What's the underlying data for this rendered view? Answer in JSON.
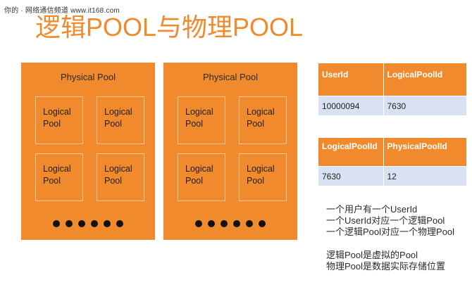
{
  "watermark": "你的 · 网络通信频道 www.it168.com",
  "title": "逻辑POOL与物理POOL",
  "physical_pools": [
    {
      "label": "Physical Pool",
      "logical_pools": [
        "Logical\nPool",
        "Logical\nPool",
        "Logical\nPool",
        "Logical\nPool"
      ],
      "ellipsis_dot_count": 6
    },
    {
      "label": "Physical Pool",
      "logical_pools": [
        "Logical\nPool",
        "Logical\nPool",
        "Logical\nPool",
        "Logical\nPool"
      ],
      "ellipsis_dot_count": 6
    }
  ],
  "tables": [
    {
      "headers": [
        "UserId",
        "LogicalPoolId"
      ],
      "rows": [
        [
          "10000094",
          "7630"
        ]
      ]
    },
    {
      "headers": [
        "LogicalPoolId",
        "PhysicalPoolId"
      ],
      "rows": [
        [
          "7630",
          "12"
        ]
      ]
    }
  ],
  "notes": [
    [
      "一个用户有一个UserId",
      "一个UserId对应一个逻辑Pool",
      "一个逻辑Pool对应一个物理Pool"
    ],
    [
      "逻辑Pool是虚拟的Pool",
      "物理Pool是数据实际存储位置"
    ]
  ],
  "colors": {
    "accent_orange": "#f08a2c",
    "table_row_blue": "#d9e2f3",
    "dot_black": "#121212"
  }
}
